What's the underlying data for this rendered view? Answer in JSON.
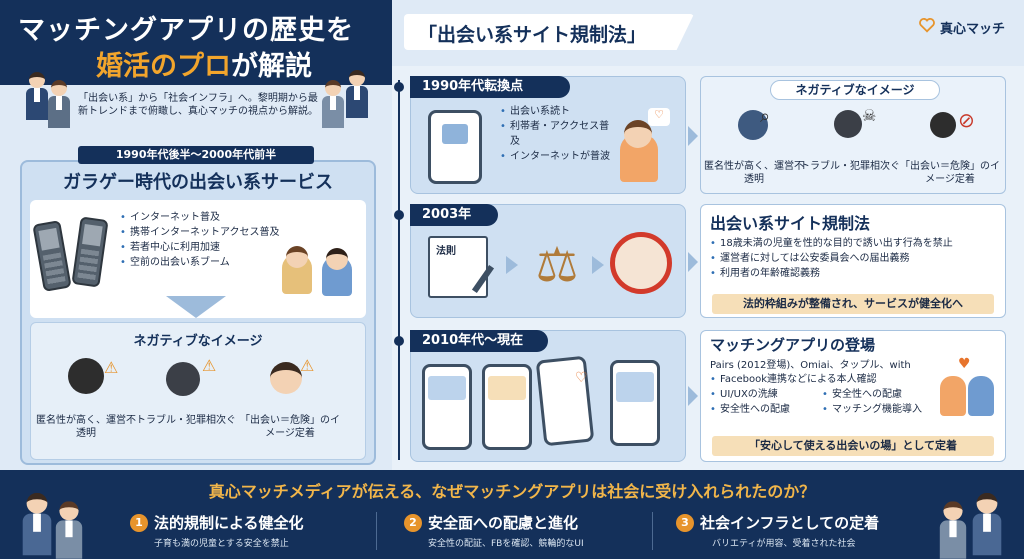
{
  "header": {
    "title_line1": "マッチングアプリの歴史を",
    "title_line2_accent": "婚活のプロ",
    "title_line2_rest": "が解説",
    "intro": "「出会い系」から「社会インフラ」へ。黎明期から最新トレンドまで俯瞰し、真心マッチの視点から解説。",
    "banner": "「出会い系サイト規制法」",
    "brand": "真心マッチ"
  },
  "era1": {
    "label": "1990年代後半〜2000年代前半",
    "title": "ガラゲー時代の出会い系サービス",
    "items": [
      "インターネット普及",
      "携帯インターネットアクセス普及",
      "若者中心に利用加速",
      "空前の出会い系ブーム"
    ],
    "negative_title": "ネガティブなイメージ",
    "negatives": [
      "匿名性が高く、運営不透明",
      "トラブル・犯罪相次ぐ",
      "「出会い＝危険」のイメージ定着"
    ]
  },
  "timeline": [
    {
      "tag": "1990年代転換点",
      "items": [
        "出会い系読ト",
        "利帯者・アククセス普及",
        "インターネットが普波"
      ],
      "card_title": "ネガティブなイメージ",
      "captions": [
        "匿名性が高く、運営不透明",
        "トラブル・犯罪相次ぐ",
        "「出会い＝危険」のイメージ定着"
      ]
    },
    {
      "tag": "2003年",
      "doc_label": "法則",
      "card_title": "出会い系サイト規制法",
      "items": [
        "18歳未満の児童を性的な目的で誘い出す行為を禁止",
        "運営者に対しては公安委員会への届出義務",
        "利用者の年齢確認義務"
      ],
      "footer": "法的枠組みが整備され、サービスが健全化へ"
    },
    {
      "tag": "2010年代〜現在",
      "card_title": "マッチングアプリの登場",
      "subtitle": "Pairs (2012登場)、Omiai、タップル、with",
      "items_full": [
        "Facebook連携などによる本人確認"
      ],
      "items_left": [
        "UI/UXの洗練",
        "安全性への配慮"
      ],
      "items_right": [
        "安全性への配慮",
        "マッチング機能導入"
      ],
      "footer": "「安心して使える出会いの場」として定着"
    }
  ],
  "bottom": {
    "question": "真心マッチメディアが伝える、なぜマッチングアプリは社会に受け入れられたのか？",
    "points": [
      {
        "num": "1",
        "title": "法的規制による健全化",
        "sub": "子育も満の児童とする安全を禁止"
      },
      {
        "num": "2",
        "title": "安全面への配慮と進化",
        "sub": "安全性の配証、FBを確認、競輪的なUI"
      },
      {
        "num": "3",
        "title": "社会インフラとしての定着",
        "sub": "バリエティが用容、受着された社会"
      }
    ]
  },
  "colors": {
    "navy": "#14305a",
    "accent": "#f2a52c",
    "panel": "#cfe0f2"
  }
}
